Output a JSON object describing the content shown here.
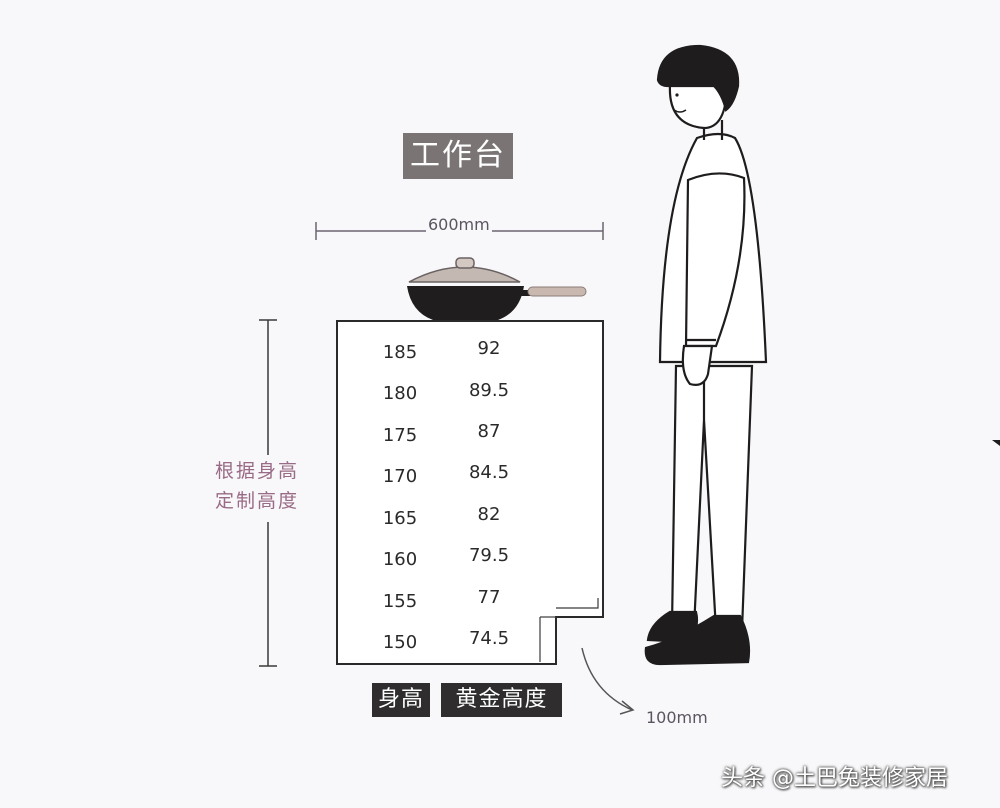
{
  "title": "工作台",
  "width_dimension": "600mm",
  "kick_dimension": "100mm",
  "side_note": [
    "根据身高",
    "定制高度"
  ],
  "table": {
    "rows": [
      {
        "height": "185",
        "golden": "92"
      },
      {
        "height": "180",
        "golden": "89.5"
      },
      {
        "height": "175",
        "golden": "87"
      },
      {
        "height": "170",
        "golden": "84.5"
      },
      {
        "height": "165",
        "golden": "82"
      },
      {
        "height": "160",
        "golden": "79.5"
      },
      {
        "height": "155",
        "golden": "77"
      },
      {
        "height": "150",
        "golden": "74.5"
      }
    ],
    "column_labels": {
      "height": "身高",
      "golden": "黄金高度"
    }
  },
  "watermark": "头条 @土巴兔装修家居",
  "colors": {
    "background": "#f8f7f9",
    "title_box": "#7a7474",
    "tag_box": "#2f2d2e",
    "note_text": "#9a6b87",
    "line": "#2a2a2a"
  }
}
